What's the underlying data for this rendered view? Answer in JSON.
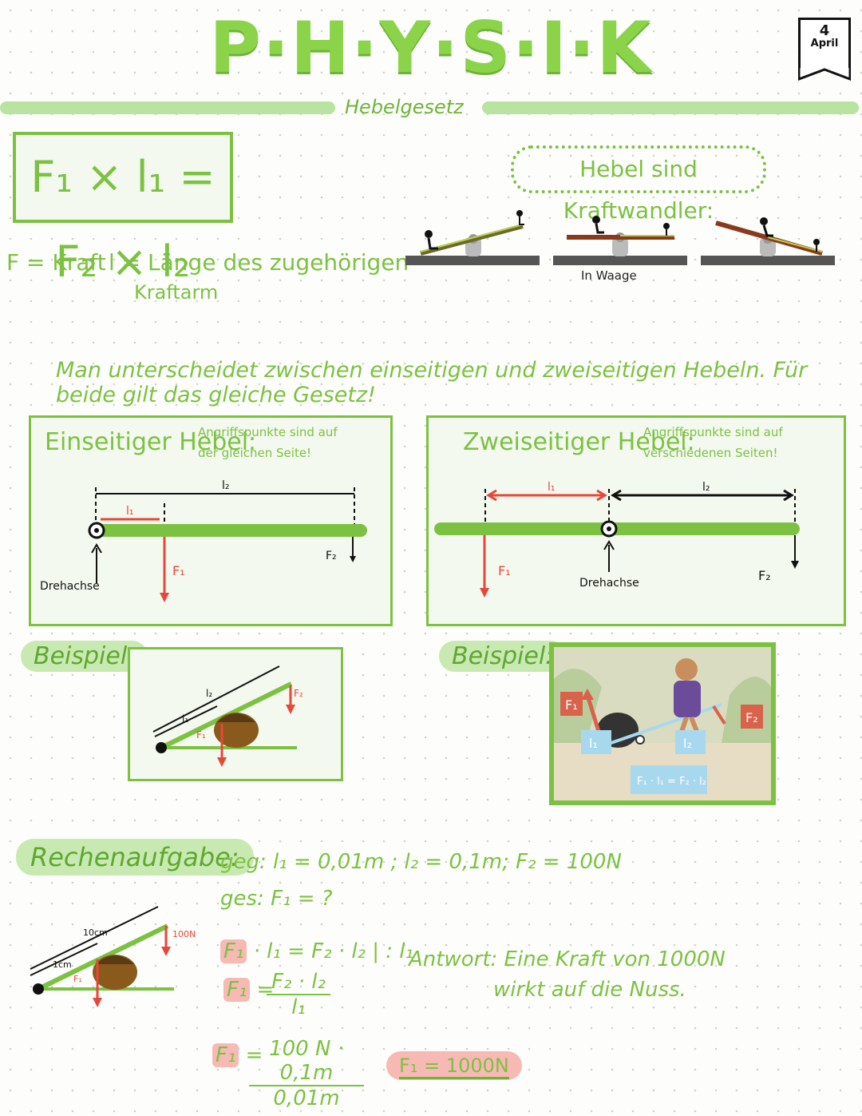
{
  "header": {
    "title": "P·H·Y·S·I·K",
    "subtitle": "Hebelgesetz",
    "date_day": "4",
    "date_month": "April"
  },
  "formula": {
    "text": "F₁ × l₁ = F₂ × l₂",
    "legend_f": "F = Kraft",
    "legend_l": "l = Länge des zugehörigen",
    "legend_l2": "Kraftarm"
  },
  "kraftwandler": {
    "heading": "Hebel sind Kraftwandler:",
    "balance_label": "In Waage"
  },
  "intro": "Man unterscheidet zwischen einseitigen und zweiseitigen Hebeln. Für beide gilt das gleiche Gesetz!",
  "einseitig": {
    "title": "Einseitiger Hebel:",
    "note_line1": "Angriffspunkte sind auf",
    "note_line2": "der gleichen Seite!",
    "l1": "l₁",
    "l2": "l₂",
    "f1": "F₁",
    "f2": "F₂",
    "axis": "Drehachse"
  },
  "zweiseitig": {
    "title": "Zweiseitiger Hebel:",
    "note_line1": "Angriffspunkte sind auf",
    "note_line2": "verschiedenen Seiten!",
    "l1": "l₁",
    "l2": "l₂",
    "f1": "F₁",
    "f2": "F₂",
    "axis": "Drehachse"
  },
  "beispiel": {
    "label_left": "Beispiel:",
    "label_right": "Beispiel:",
    "nut_l1": "l₁",
    "nut_l2": "l₂",
    "nut_f1": "F₁",
    "nut_f2": "F₂",
    "cartoon_f1": "F₁",
    "cartoon_f2": "F₂",
    "cartoon_l1": "l₁",
    "cartoon_l2": "l₂",
    "cartoon_formula": "F₁ · l₁ = F₂ · l₂"
  },
  "rechenaufgabe": {
    "label": "Rechenaufgabe:",
    "given": "geg: l₁ = 0,01m ; l₂ = 0,1m; F₂ = 100N",
    "sought": "ges: F₁ = ?",
    "step1_f": "F₁",
    "step1_rest": "· l₁ = F₂ · l₂ | : l₁",
    "step2_f": "F₁",
    "step2_eq": "=",
    "step2_num": "F₂ · l₂",
    "step2_den": "l₁",
    "step3_f": "F₁",
    "step3_eq": "=",
    "step3_num": "100 N · 0,1m",
    "step3_den": "0,01m",
    "result": "F₁ = 1000N",
    "answer_line1": "Antwort: Eine Kraft von 1000N",
    "answer_line2": "wirkt auf die Nuss.",
    "fig_10cm": "10cm",
    "fig_1cm": "1cm",
    "fig_100n": "100N",
    "fig_f1": "F₁"
  }
}
